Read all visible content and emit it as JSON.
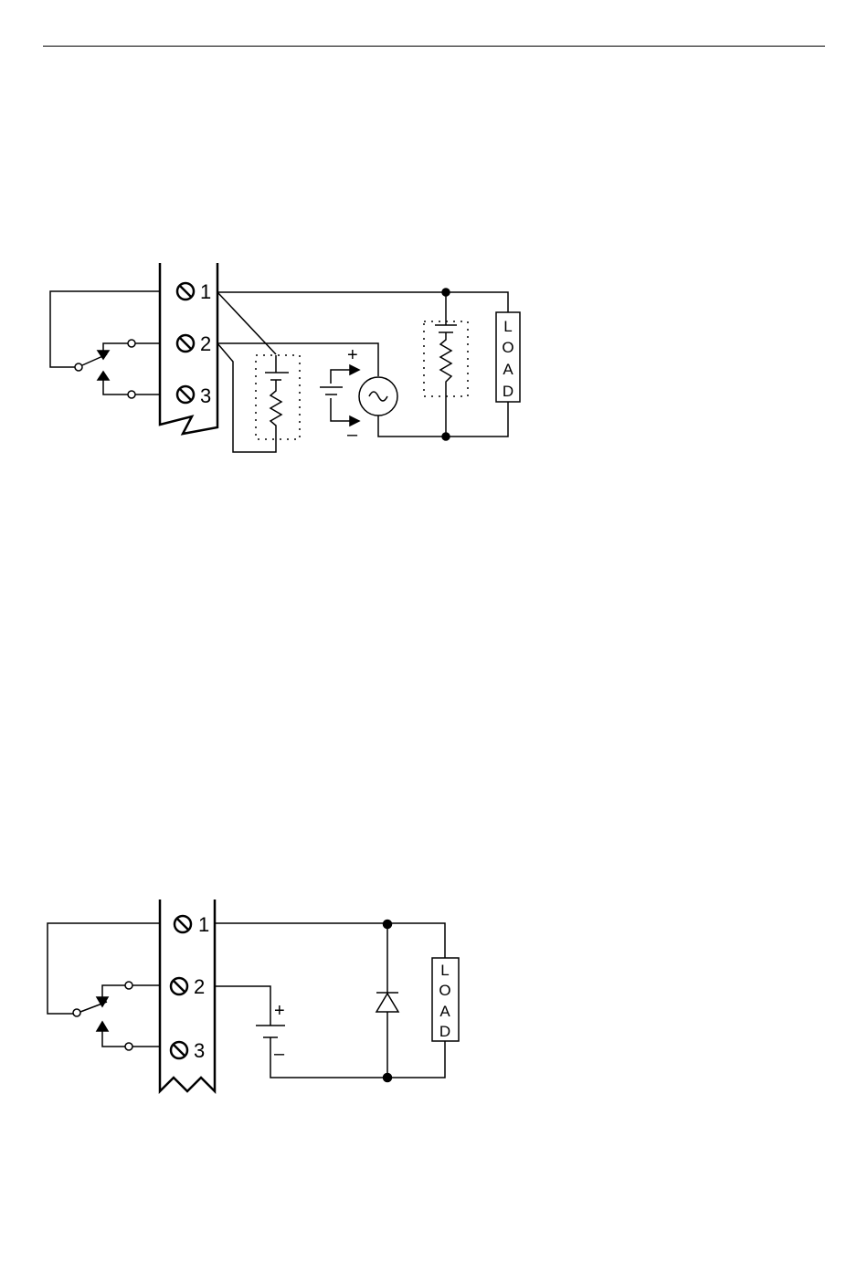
{
  "diagrams": [
    {
      "terminals": [
        "1",
        "2",
        "3"
      ],
      "load_letters": [
        "L",
        "O",
        "A",
        "D"
      ],
      "ac_source_symbol": "~",
      "plus_sign": "+",
      "minus_sign": "–"
    },
    {
      "terminals": [
        "1",
        "2",
        "3"
      ],
      "load_letters": [
        "L",
        "O",
        "A",
        "D"
      ],
      "plus_sign": "+",
      "minus_sign": "–"
    }
  ]
}
